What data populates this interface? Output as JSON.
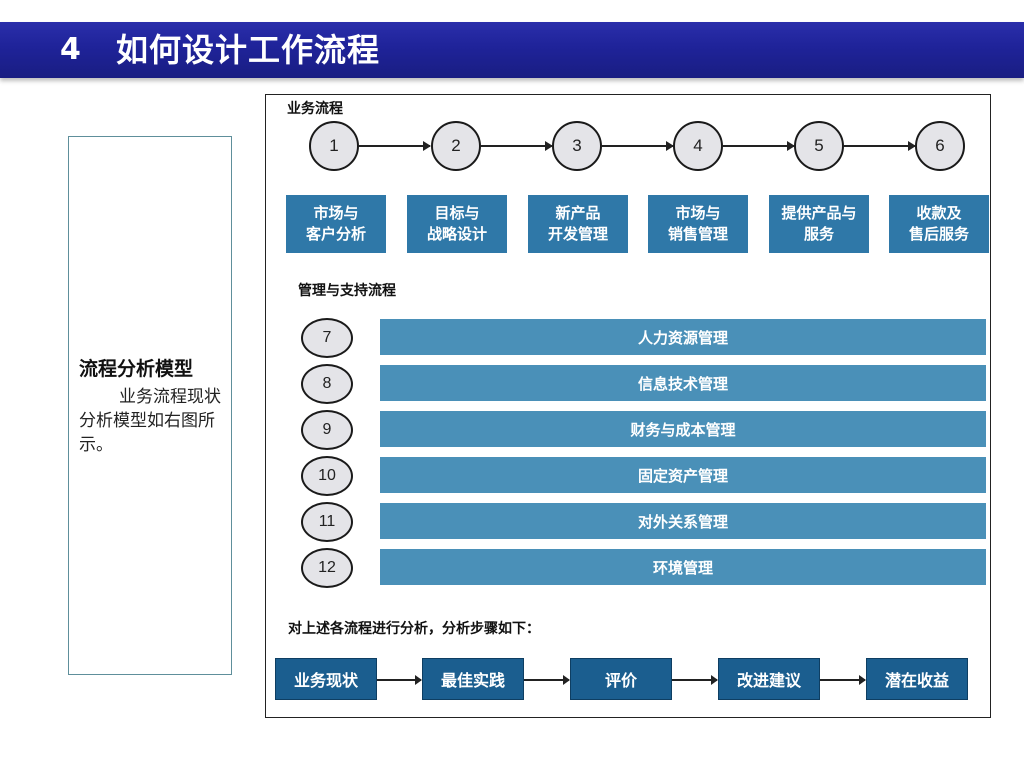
{
  "title": {
    "number": "4",
    "text": "如何设计工作流程",
    "bar_color": "#1f2399"
  },
  "left_panel": {
    "heading": "流程分析模型",
    "body": "业务流程现状分析模型如右图所示。"
  },
  "business_process": {
    "label": "业务流程",
    "steps": [
      {
        "num": "1",
        "label": "市场与\n客户分析"
      },
      {
        "num": "2",
        "label": "目标与\n战略设计"
      },
      {
        "num": "3",
        "label": "新产品\n开发管理"
      },
      {
        "num": "4",
        "label": "市场与\n销售管理"
      },
      {
        "num": "5",
        "label": "提供产品与\n服务"
      },
      {
        "num": "6",
        "label": "收款及\n售后服务"
      }
    ],
    "box_color": "#2f78a8"
  },
  "management_process": {
    "label": "管理与支持流程",
    "items": [
      {
        "num": "7",
        "label": "人力资源管理"
      },
      {
        "num": "8",
        "label": "信息技术管理"
      },
      {
        "num": "9",
        "label": "财务与成本管理"
      },
      {
        "num": "10",
        "label": "固定资产管理"
      },
      {
        "num": "11",
        "label": "对外关系管理"
      },
      {
        "num": "12",
        "label": "环境管理"
      }
    ],
    "bar_color": "#4a90b8"
  },
  "analysis": {
    "label": "对上述各流程进行分析，分析步骤如下：",
    "steps": [
      "业务现状",
      "最佳实践",
      "评价",
      "改进建议",
      "潜在收益"
    ],
    "box_color": "#1b5e8f"
  }
}
